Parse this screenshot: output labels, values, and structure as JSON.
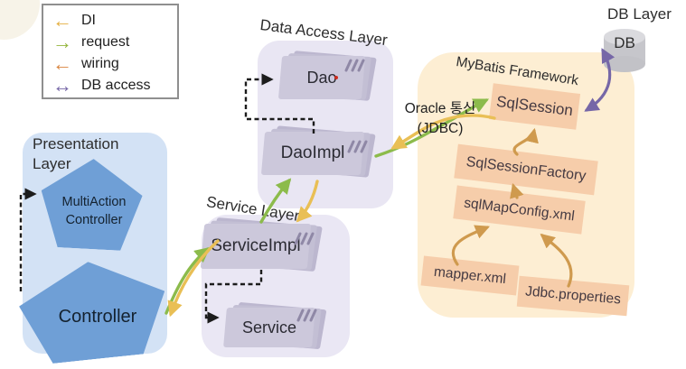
{
  "colors": {
    "di_arrow": "#e9bf55",
    "request_arrow": "#8cbb4b",
    "wiring_arrow": "#d9853f",
    "mybatis_wiring_arrow": "#cf9a4e",
    "db_access_arrow": "#7667a7",
    "presentation_bg": "#d3e2f5",
    "pentagon_fill": "#6f9fd6",
    "service_bg": "#eae7f4",
    "data_access_bg": "#e9e6f3",
    "stack_fill": "#c9c5d9",
    "mybatis_bg": "#fdeed3",
    "mybatis_node_fill": "#f6cdaa",
    "db_cylinder_fill": "#c6c6cb"
  },
  "legend": {
    "items": [
      {
        "glyph": "←",
        "label": "DI"
      },
      {
        "glyph": "→",
        "label": "request"
      },
      {
        "glyph": "←",
        "label": "wiring"
      },
      {
        "glyph": "↔",
        "label": "DB access"
      }
    ]
  },
  "presentation_layer": {
    "title": "Presentation Layer",
    "nodes": [
      {
        "label": "MultiAction Controller"
      },
      {
        "label": "Controller"
      }
    ]
  },
  "service_layer": {
    "title": "Service Layer",
    "nodes": [
      {
        "label": "ServiceImpl"
      },
      {
        "label": "Service"
      }
    ]
  },
  "data_access_layer": {
    "title": "Data Access Layer",
    "nodes": [
      {
        "label": "Dao"
      },
      {
        "label": "DaoImpl"
      }
    ]
  },
  "mybatis_framework": {
    "title": "MyBatis Framework",
    "nodes": [
      {
        "label": "SqlSession"
      },
      {
        "label": "SqlSessionFactory"
      },
      {
        "label": "sqlMapConfig.xml"
      },
      {
        "label": "mapper.xml"
      },
      {
        "label": "Jdbc.properties"
      }
    ]
  },
  "db_layer": {
    "title": "DB Layer",
    "node_label": "DB"
  },
  "annotations": {
    "oracle_jdbc_line1": "Oracle 통신",
    "oracle_jdbc_line2": "(JDBC)"
  }
}
